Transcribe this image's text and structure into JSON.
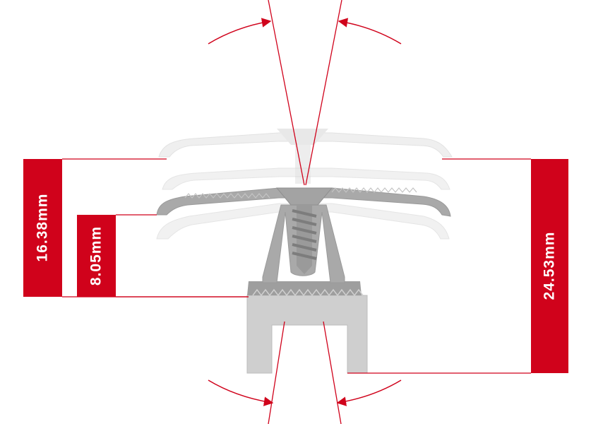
{
  "dimensions": {
    "left_outer": "16.38mm",
    "left_inner": "8.05mm",
    "right": "24.53mm"
  },
  "colors": {
    "accent_red": "#d0021b",
    "part_gray": "#a9a9a9",
    "part_light": "#e6e6e6",
    "base_gray": "#cfcfcf",
    "background": "#ffffff"
  },
  "icons": {
    "rotation_arrows": "curved-arrow-icon",
    "fastener": "screw-icon"
  }
}
